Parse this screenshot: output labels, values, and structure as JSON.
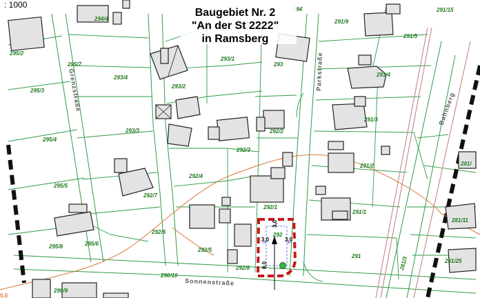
{
  "title": {
    "line1": "Baugebiet Nr. 2",
    "line2": "\"An der St 2222\"",
    "line3": "in Ramsberg"
  },
  "scale_text": ": 1000",
  "streets": {
    "grenzstrasse": "Grenzstraße",
    "parkstrasse": "Parkstraße",
    "bahnberg": "Bahnberg",
    "sonnenstrasse": "Sonnenstraße"
  },
  "parcels": [
    {
      "label": "294/4"
    },
    {
      "label": "294"
    },
    {
      "label": "291/15"
    },
    {
      "label": "291/9"
    },
    {
      "label": "291/5"
    },
    {
      "label": "295/2"
    },
    {
      "label": "295/7"
    },
    {
      "label": "293/1"
    },
    {
      "label": "293"
    },
    {
      "label": "291/4"
    },
    {
      "label": "295/3"
    },
    {
      "label": "293/4"
    },
    {
      "label": "293/2"
    },
    {
      "label": "293/3"
    },
    {
      "label": "292/2"
    },
    {
      "label": "291/3"
    },
    {
      "label": "295/4"
    },
    {
      "label": "292/3"
    },
    {
      "label": "291/2"
    },
    {
      "label": "281/"
    },
    {
      "label": "295/5"
    },
    {
      "label": "292/4"
    },
    {
      "label": "292/7"
    },
    {
      "label": "292/1"
    },
    {
      "label": "291/1"
    },
    {
      "label": "281/11"
    },
    {
      "label": "292/6"
    },
    {
      "label": "292"
    },
    {
      "label": "295/8"
    },
    {
      "label": "295/6"
    },
    {
      "label": "292/5"
    },
    {
      "label": "291"
    },
    {
      "label": "281/25"
    },
    {
      "label": "292/8"
    },
    {
      "label": "281/3"
    },
    {
      "label": "290/10"
    },
    {
      "label": "290/9"
    }
  ],
  "dimensions": {
    "top": "3,0",
    "left": "3,0",
    "right": "3,0",
    "bottom_left": "8,0",
    "corner": "0,0"
  },
  "colors": {
    "boundary": "#2e9a43",
    "parcel_text": "#1f7a1f",
    "building_fill": "#e3e3e3",
    "building_stroke": "#222222",
    "plot_boundary": "#c8161b",
    "utility_line": "#d9763a",
    "blue_dim": "#2b5fcf",
    "railway": "#c49090"
  }
}
